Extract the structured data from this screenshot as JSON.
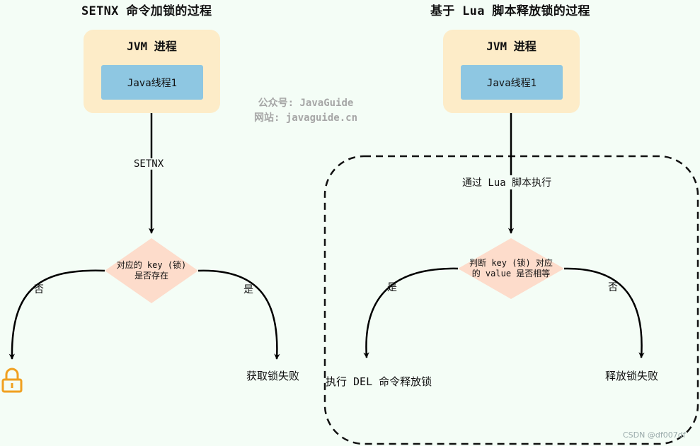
{
  "left": {
    "title": "SETNX 命令加锁的过程",
    "jvm_label": "JVM 进程",
    "thread_label": "Java线程1",
    "edge_label": "SETNX",
    "decision_line1": "对应的 key (锁)",
    "decision_line2": "是否存在",
    "branch_no": "否",
    "branch_yes": "是",
    "result_yes": "获取锁失败",
    "result_no_icon": "lock-icon"
  },
  "right": {
    "title": "基于 Lua 脚本释放锁的过程",
    "jvm_label": "JVM 进程",
    "thread_label": "Java线程1",
    "edge_label": "通过 Lua 脚本执行",
    "decision_line1": "判断 key (锁) 对应",
    "decision_line2": "的 value 是否相等",
    "branch_yes": "是",
    "branch_no": "否",
    "result_yes": "执行 DEL 命令释放锁",
    "result_no": "释放锁失败"
  },
  "watermark": {
    "line1": "公众号: JavaGuide",
    "line2": "网站: javaguide.cn"
  },
  "credit": "CSDN @df007df",
  "colors": {
    "background": "#f4fdf6",
    "jvm_box": "#fdecc8",
    "thread_box": "#8ec7e2",
    "diamond": "#fddccb",
    "lock": "#f0a020"
  }
}
